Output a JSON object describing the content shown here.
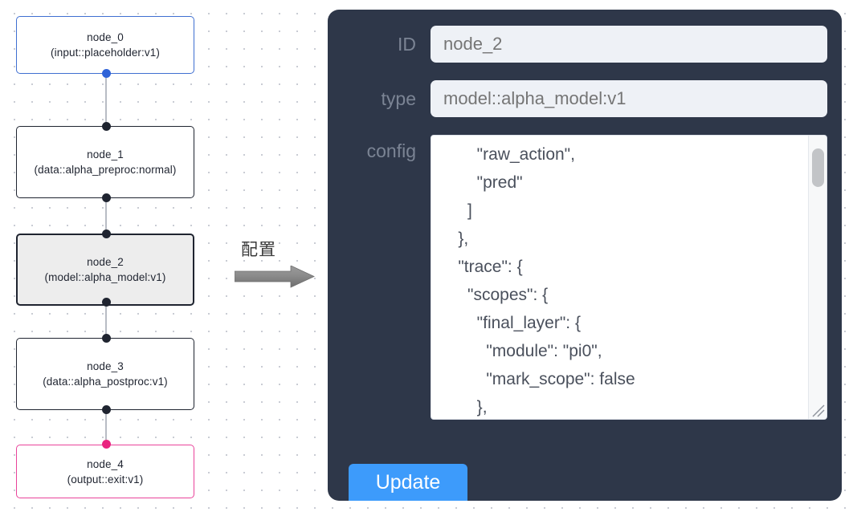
{
  "graph": {
    "nodes": [
      {
        "id": "node_0",
        "title": "node_0",
        "subtitle": "(input::placeholder:v1)",
        "accent": "blue",
        "selected": false
      },
      {
        "id": "node_1",
        "title": "node_1",
        "subtitle": "(data::alpha_preproc:normal)",
        "accent": "dark",
        "selected": false
      },
      {
        "id": "node_2",
        "title": "node_2",
        "subtitle": "(model::alpha_model:v1)",
        "accent": "dark",
        "selected": true
      },
      {
        "id": "node_3",
        "title": "node_3",
        "subtitle": "(data::alpha_postproc:v1)",
        "accent": "dark",
        "selected": false
      },
      {
        "id": "node_4",
        "title": "node_4",
        "subtitle": "(output::exit:v1)",
        "accent": "pink",
        "selected": false
      }
    ]
  },
  "annotation": {
    "label": "配置",
    "arrow_icon": "right-arrow-icon"
  },
  "panel": {
    "id_field": {
      "label": "ID",
      "value": "node_2",
      "placeholder": "node_2"
    },
    "type_field": {
      "label": "type",
      "value": "model::alpha_model:v1",
      "placeholder": "model::alpha_model:v1"
    },
    "config_field": {
      "label": "config",
      "value": "        \"raw_action\",\n        \"pred\"\n      ]\n    },\n    \"trace\": {\n      \"scopes\": {\n        \"final_layer\": {\n          \"module\": \"pi0\",\n          \"mark_scope\": false\n        },\n        \"action_model\": {",
      "scrollbar": "vertical-scrollbar",
      "resize_handle": "resize-handle-icon"
    },
    "update_button": {
      "label": "Update"
    }
  },
  "colors": {
    "panel_bg": "#2e3749",
    "input_bg": "#eef1f6",
    "accent_blue": "#3d9bfb",
    "node_blue": "#3f6fd1",
    "node_pink": "#e9439a",
    "node_selected_bg": "#ededed",
    "edge": "#b8bcc4"
  }
}
